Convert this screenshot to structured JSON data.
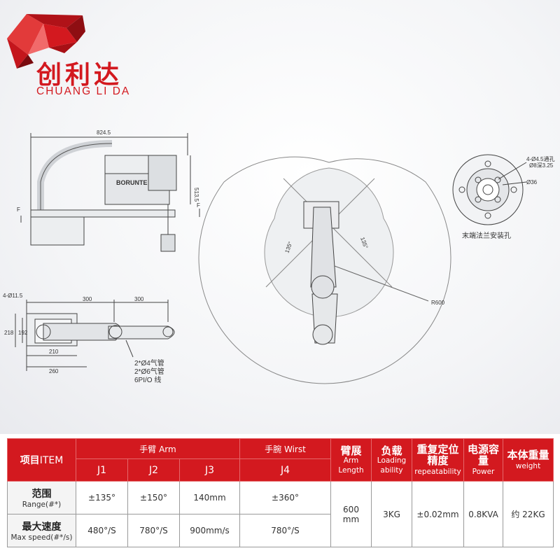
{
  "brand": {
    "name_cn": "创利达",
    "name_en": "CHUANG LI DA",
    "color": "#d3191f"
  },
  "drawing": {
    "side_view": {
      "width_dim": "824.5",
      "height_dim": "513.5",
      "robot_label": "BORUNTE",
      "section_left": "F",
      "section_right": "F"
    },
    "top_view": {
      "hole_label": "4-Ø11.5",
      "arm1": "300",
      "arm2": "300",
      "h_outer": "218",
      "h_inner": "192",
      "base_inner": "210",
      "base_outer": "260",
      "tube1": "2*Ø4气管",
      "tube2": "2*Ø6气管",
      "io": "6PI/O 线"
    },
    "workspace": {
      "angle_left": "135°",
      "angle_right": "135°",
      "radius": "R600"
    },
    "flange": {
      "hole_label": "4-Ø4.5通孔",
      "counterbore": "Ø8深3.25",
      "diameter": "Ø36",
      "caption": "末端法兰安装孔"
    }
  },
  "table": {
    "item_header_cn": "项目",
    "item_header_en": "ITEM",
    "arm_group": "手臂 Arm",
    "wrist_group": "手腕 Wirst",
    "joints": [
      "J1",
      "J2",
      "J3",
      "J4"
    ],
    "columns": [
      {
        "cn": "臂展",
        "en1": "Arm",
        "en2": "Length"
      },
      {
        "cn": "负载",
        "en1": "Loading",
        "en2": "ability"
      },
      {
        "cn": "重复定位精度",
        "en2": "repeatability"
      },
      {
        "cn": "电源容量",
        "en2": "Power"
      },
      {
        "cn": "本体重量",
        "en2": "weight"
      }
    ],
    "rows": [
      {
        "label_cn": "范围",
        "label_en": "Range(#*)",
        "values": [
          "±135°",
          "±150°",
          "140mm",
          "±360°"
        ]
      },
      {
        "label_cn": "最大速度",
        "label_en": "Max speed(#*/s)",
        "values": [
          "480°/S",
          "780°/S",
          "900mm/s",
          "780°/S"
        ]
      }
    ],
    "shared": {
      "arm_length": "600 mm",
      "load": "3KG",
      "repeatability": "±0.02mm",
      "power": "0.8KVA",
      "weight": "约 22KG"
    }
  }
}
